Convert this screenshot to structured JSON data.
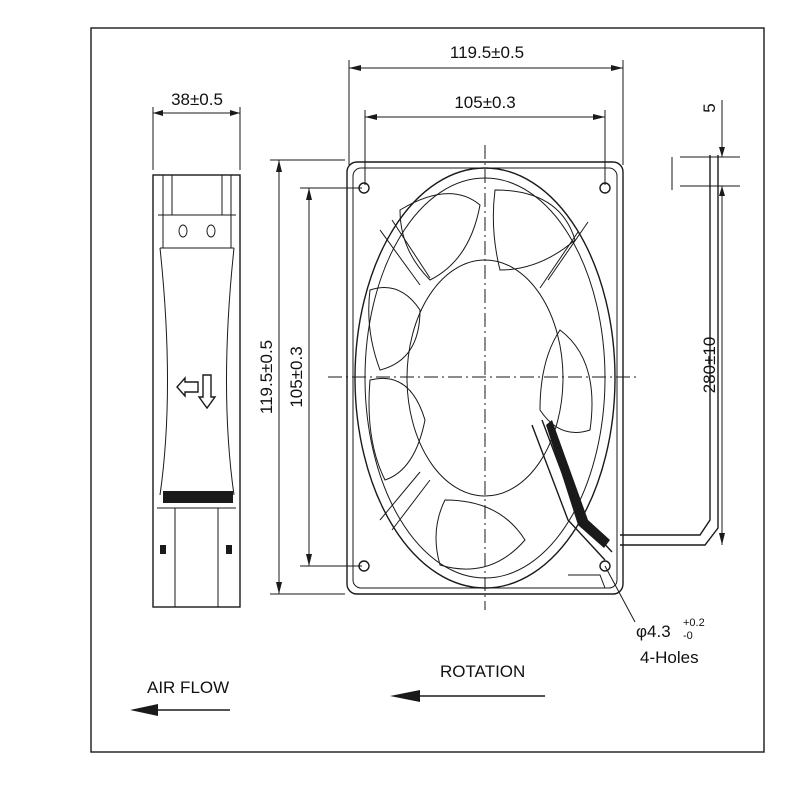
{
  "dimensions": {
    "side_depth": "38±0.5",
    "frame_width": "119.5±0.5",
    "hole_spacing_h": "105±0.3",
    "lead_offset": "5",
    "frame_height": "119.5±0.5",
    "hole_spacing_v": "105±0.3",
    "lead_length": "280±10"
  },
  "holes": {
    "diameter": "φ4.3",
    "tol_plus": "+0.2",
    "tol_minus": "-0",
    "count": "4-Holes"
  },
  "labels": {
    "air_flow": "AIR FLOW",
    "rotation": "ROTATION"
  }
}
